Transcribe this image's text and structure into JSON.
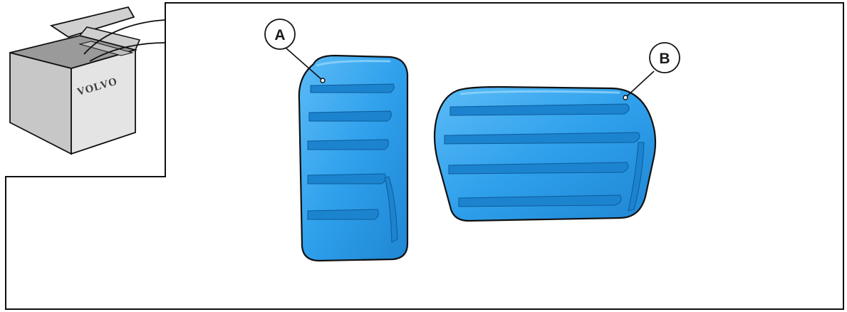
{
  "callouts": [
    {
      "id": "A",
      "label": "A"
    },
    {
      "id": "B",
      "label": "B"
    }
  ],
  "box_logo": "VOLVO",
  "colors": {
    "pedal_fill": "#2fa0ec",
    "pedal_highlight": "#66c2f7",
    "pedal_outline": "#111111",
    "frame": "#111111",
    "box_side": "#c9c9c9",
    "box_front": "#e2e2e2",
    "box_lid": "#d6d6d6"
  }
}
